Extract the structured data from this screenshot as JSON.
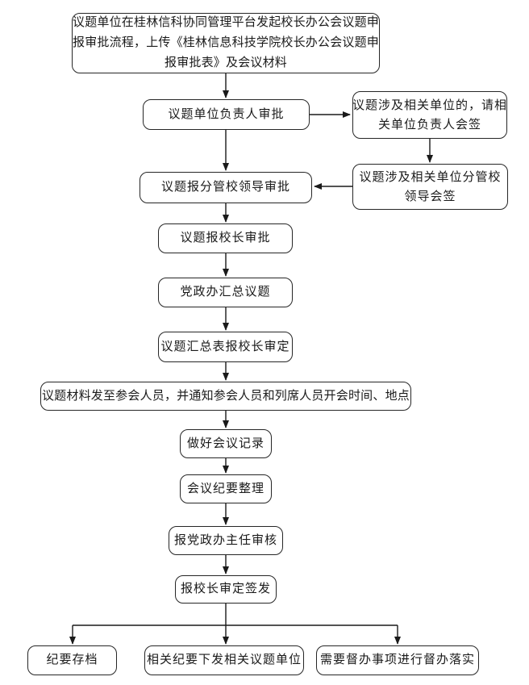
{
  "flowchart": {
    "colors": {
      "box_border": "#262626",
      "box_fill": "#ffffff",
      "text": "#1a1a1a",
      "arrow": "#1a1a1a"
    },
    "nodes": {
      "start": {
        "label": "议题单位在桂林信科协同管理平台发起校长办公会议题申\n报审批流程，上传《桂林信息科技学院校长办公会议题申\n报审批表》及会议材料"
      },
      "unit_leader_approval": {
        "label": "议题单位负责人审批"
      },
      "related_unit_countersign": {
        "label": "议题涉及相关单位的，请相\n关单位负责人会签"
      },
      "vice_president_approval": {
        "label": "议题报分管校领导审批"
      },
      "related_vp_countersign": {
        "label": "议题涉及相关单位分管校\n领导会签"
      },
      "president_approval": {
        "label": "议题报校长审批"
      },
      "office_collects_topics": {
        "label": "党政办汇总议题"
      },
      "summary_president_confirm": {
        "label": "议题汇总表报校长审定"
      },
      "distribute_materials": {
        "label": "议题材料发至参会人员，并通知参会人员和列席人员开会时间、地点"
      },
      "meeting_record": {
        "label": "做好会议记录"
      },
      "minutes_editing": {
        "label": "会议纪要整理"
      },
      "office_director_review": {
        "label": "报党政办主任审核"
      },
      "president_sign_off": {
        "label": "报校长审定签发"
      },
      "archive_minutes": {
        "label": "纪要存档"
      },
      "issue_minutes": {
        "label": "相关纪要下发相关议题单位"
      },
      "supervision_followup": {
        "label": "需要督办事项进行督办落实"
      }
    },
    "edges": [
      {
        "from": "start",
        "to": "unit_leader_approval"
      },
      {
        "from": "unit_leader_approval",
        "to": "related_unit_countersign"
      },
      {
        "from": "related_unit_countersign",
        "to": "related_vp_countersign"
      },
      {
        "from": "related_vp_countersign",
        "to": "vice_president_approval"
      },
      {
        "from": "unit_leader_approval",
        "to": "vice_president_approval"
      },
      {
        "from": "vice_president_approval",
        "to": "president_approval"
      },
      {
        "from": "president_approval",
        "to": "office_collects_topics"
      },
      {
        "from": "office_collects_topics",
        "to": "summary_president_confirm"
      },
      {
        "from": "summary_president_confirm",
        "to": "distribute_materials"
      },
      {
        "from": "distribute_materials",
        "to": "meeting_record"
      },
      {
        "from": "meeting_record",
        "to": "minutes_editing"
      },
      {
        "from": "minutes_editing",
        "to": "office_director_review"
      },
      {
        "from": "office_director_review",
        "to": "president_sign_off"
      },
      {
        "from": "president_sign_off",
        "to": "archive_minutes"
      },
      {
        "from": "president_sign_off",
        "to": "issue_minutes"
      },
      {
        "from": "president_sign_off",
        "to": "supervision_followup"
      }
    ]
  }
}
